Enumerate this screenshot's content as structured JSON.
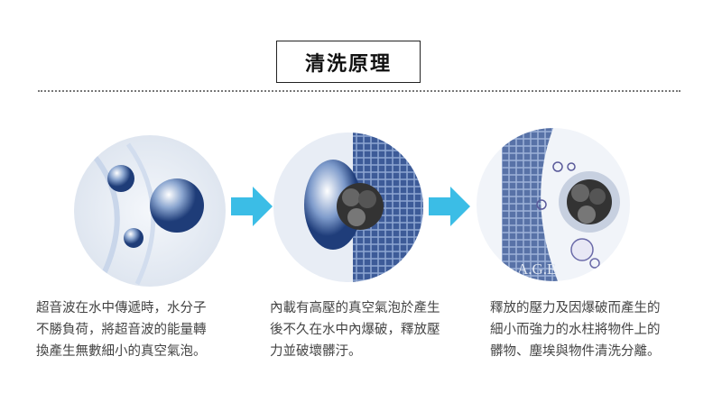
{
  "title": "清洗原理",
  "colors": {
    "arrow": "#3bbde6",
    "bubble": "#2f4f8f",
    "text": "#444444"
  },
  "watermark": "A.G.E",
  "steps": [
    {
      "lines": [
        "超音波在水中傳遞時，水分子",
        "不勝負荷，將超音波的能量轉",
        "換產生無數細小的真空氣泡。"
      ]
    },
    {
      "lines": [
        "內載有高壓的真空氣泡於產生",
        "後不久在水中內爆破，釋放壓",
        "力並破壞髒汙。"
      ]
    },
    {
      "lines": [
        "釋放的壓力及因爆破而產生的",
        "細小而強力的水柱將物件上的",
        "髒物、塵埃與物件清洗分離。"
      ]
    }
  ]
}
